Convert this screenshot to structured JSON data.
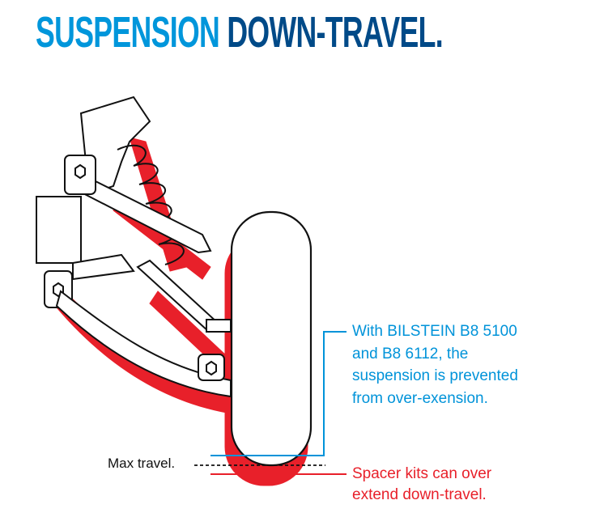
{
  "title": {
    "part1": "SUSPENSION",
    "part2": "DOWN-TRAVEL."
  },
  "annotations": {
    "bilstein_note": [
      "With BILSTEIN B8 5100",
      "and B8 6112, the",
      "suspension is prevented",
      "from over-exension."
    ],
    "spacer_note": [
      "Spacer kits can over",
      "extend down-travel."
    ],
    "max_travel_label": "Max travel."
  },
  "colors": {
    "title_light": "#0096db",
    "title_dark": "#004a88",
    "blue_line": "#0093d9",
    "red": "#e8202a"
  }
}
